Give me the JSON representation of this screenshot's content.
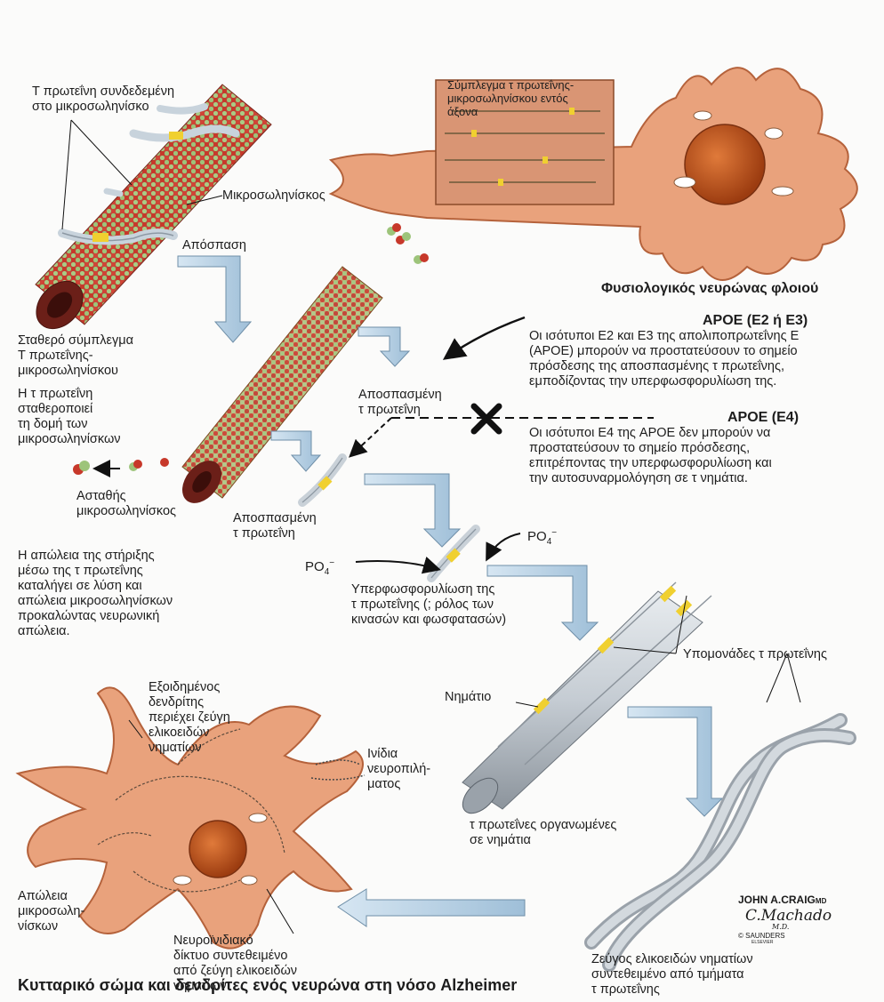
{
  "labels": {
    "tau_bound": "Τ πρωτεΐνη συνδεδεμένη\nστο μικροσωληνίσκο",
    "microtubule": "Μικροσωληνίσκος",
    "detachment": "Απόσπαση",
    "axon_complex": "Σύμπλεγμα τ πρωτεΐνης-\nμικροσωληνίσκου εντός\nάξονα",
    "normal_neuron": "Φυσιολογικός νευρώνας φλοιού",
    "stable_complex": "Σταθερό σύμπλεγμα\nΤ πρωτεΐνης-\nμικροσωληνίσκου",
    "tau_stabilizes": "Η τ πρωτεΐνη\nσταθεροποιεί\nτη δομή των\nμικροσωληνίσκων",
    "unstable_mt": "Ασταθής\nμικροσωληνίσκος",
    "loss_support": "Η απώλεια της στήριξης\nμέσω της τ πρωτεΐνης\nκαταλήγει σε λύση και\nαπώλεια μικροσωληνίσκων\nπροκαλώντας νευρωνική\nαπώλεια.",
    "detached_tau_1": "Αποσπασμένη\nτ πρωτεΐνη",
    "detached_tau_2": "Αποσπασμένη\nτ πρωτεΐνη",
    "apoe_e2e3_title": "APOE (E2 ή E3)",
    "apoe_e2e3_text": "Οι ισότυποι E2 και E3 της απολιποπρωτεΐνης E\n(APOE) μπορούν να προστατεύσουν το σημείο\nπρόσδεσης της αποσπασμένης τ πρωτεΐνης,\nεμποδίζοντας την υπερφωσφορυλίωση της.",
    "apoe_e4_title": "APOE (E4)",
    "apoe_e4_text": "Οι ισότυποι E4 της APOE δεν μπορούν να\nπροστατεύσουν το σημείο πρόσδεσης,\nεπιτρέποντας την υπερφωσφορυλίωση και\nτην αυτοσυναρμολόγηση σε τ νημάτια.",
    "po4_right": "PO",
    "po4_left": "PO",
    "po4_sub": "4",
    "po4_sup": "−",
    "hyperphos": "Υπερφωσφορυλίωση της\nτ πρωτεΐνης (; ρόλος των\nκινασών και φωσφατασών)",
    "subunits": "Υπομονάδες τ πρωτεΐνης",
    "filament": "Νημάτιο",
    "organized": "τ πρωτεΐνες οργανωμένες\nσε νημάτια",
    "swollen_dendrite": "Εξοιδημένος\nδενδρίτης\nπεριέχει ζεύγη\nελικοειδών\nνηματίων",
    "neuropil": "Ινίδια\nνευροπιλή-\nματος",
    "mt_loss": "Απώλεια\nμικροσωλη-\nνίσκων",
    "tangle": "Νευροϊνιδιακό\nδίκτυο συντεθειμένο\nαπό ζεύγη ελικοειδών\nνηματίων",
    "paired_helical": "Ζεύγος ελικοειδών νηματίων\nσυντεθειμένο από τμήματα\nτ πρωτεΐνης",
    "bottom_title": "Κυτταρικό σώμα και δενδρίτες ενός νευρώνα στη νόσο Alzheimer"
  },
  "signature": {
    "name": "JOHN A.CRAIG",
    "suffix": "MD",
    "cursive": "C.Machado",
    "cursive_suffix": "M.D.",
    "publisher": "© SAUNDERS",
    "publisher_sub": "ELSEVIER"
  },
  "colors": {
    "neuron": "#e8a07a",
    "neuron_dark": "#b5623b",
    "nucleus": "#c9541d",
    "mt_red": "#c0392b",
    "mt_green": "#8fbf6a",
    "tau_yellow": "#f0d030",
    "arrow_blue": "#b7d2e6",
    "filament_gray": "#b9bfc6"
  }
}
